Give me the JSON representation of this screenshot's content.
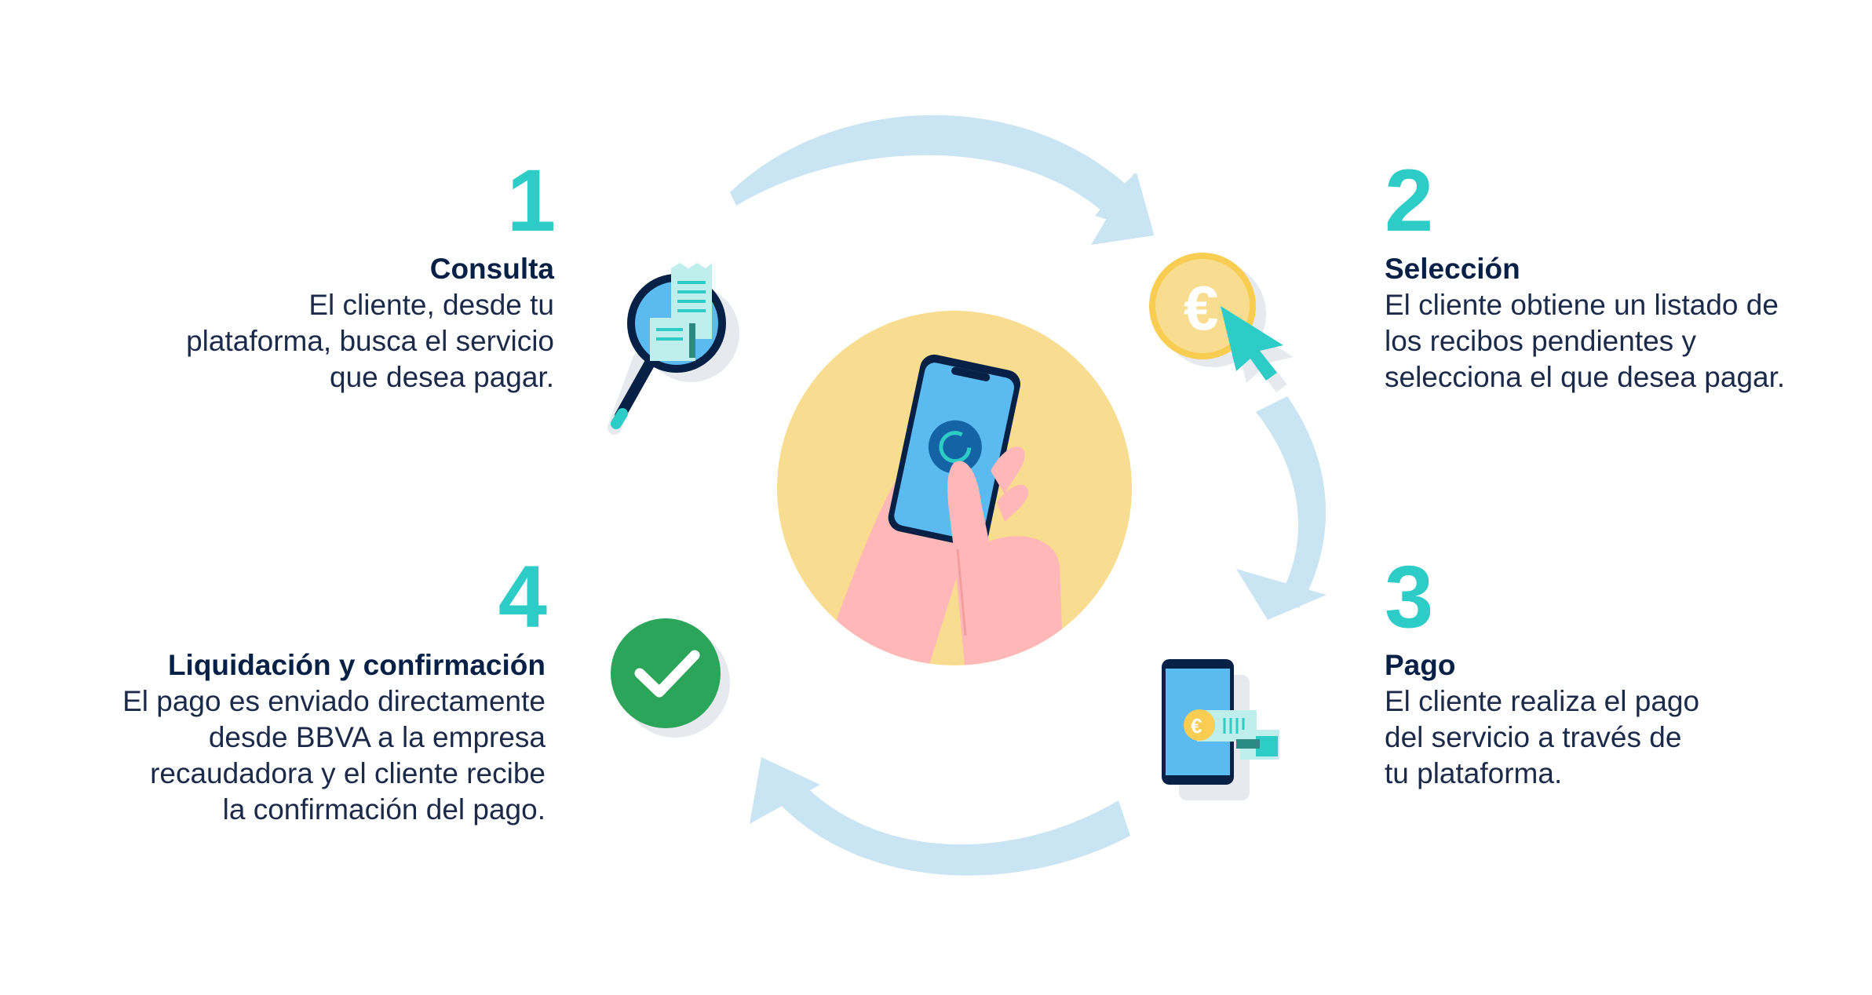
{
  "steps": [
    {
      "number": "1",
      "title": "Consulta",
      "lines": [
        "El cliente, desde tu",
        "plataforma, busca el servicio",
        "que desea pagar."
      ],
      "icon": "magnifier-receipt-icon"
    },
    {
      "number": "2",
      "title": "Selección",
      "lines": [
        "El cliente obtiene un listado de",
        "los recibos pendientes y",
        "selecciona el que desea pagar."
      ],
      "icon": "euro-coin-cursor-icon"
    },
    {
      "number": "3",
      "title": "Pago",
      "lines": [
        "El cliente realiza el pago",
        "del servicio a través de",
        "tu plataforma."
      ],
      "icon": "phone-payment-icon"
    },
    {
      "number": "4",
      "title": "Liquidación y confirmación",
      "lines": [
        "El pago es enviado directamente",
        "desde BBVA a la empresa",
        "recaudadora y el cliente recibe",
        "la confirmación del pago."
      ],
      "icon": "check-circle-icon"
    }
  ],
  "center_illustration": "hands-smartphone-icon",
  "colors": {
    "number": "#2dccc7",
    "text": "#072146",
    "arrow": "#c9e4f3",
    "center_circle": "#f8dd90",
    "check": "#2aa55a",
    "coin": "#f8cd51",
    "phone": "#5bbbf0"
  }
}
